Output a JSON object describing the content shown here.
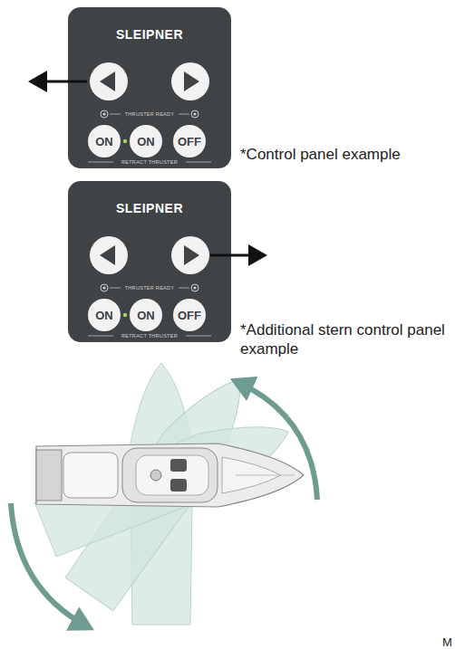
{
  "diagram": {
    "nodes": [
      {
        "text": [
          "SLEIPNER",
          "THRUSTER READY",
          "RETRACT THRUSTER"
        ]
      },
      {
        "text": [
          "ON"
        ],
        "in": 0
      },
      {
        "text": [
          "ON"
        ],
        "in": 0
      },
      {
        "text": [
          "OFF"
        ],
        "in": 0
      },
      {
        "text": [
          "SLEIPNER",
          "THRUSTER READY",
          "RETRACT THRUSTER"
        ]
      },
      {
        "text": [
          "ON"
        ],
        "in": 4
      },
      {
        "text": [
          "ON"
        ],
        "in": 4
      },
      {
        "text": [
          "OFF"
        ],
        "in": 4
      }
    ],
    "labels": [
      "*Control panel example",
      "*Additional stern control panel example",
      "M"
    ]
  }
}
